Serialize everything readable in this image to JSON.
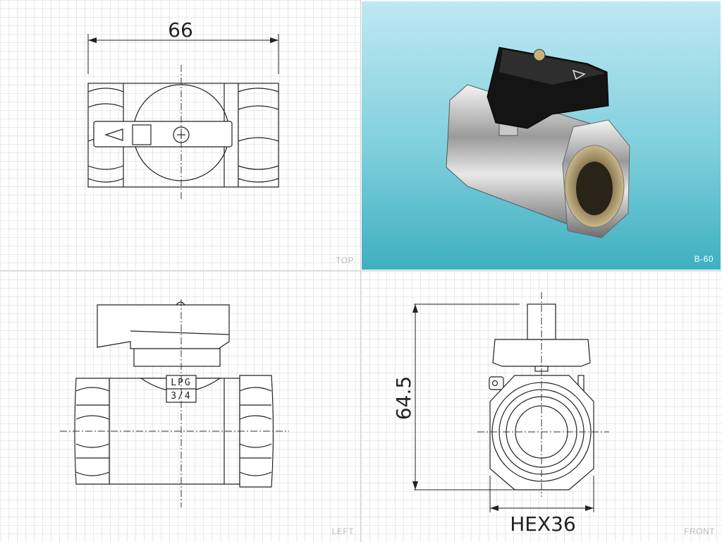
{
  "views": {
    "top": {
      "label": "TOP",
      "dimension": "66"
    },
    "photo": {
      "label": "B-60"
    },
    "left": {
      "label": "LEFT",
      "marking_line1": "LPG",
      "marking_line2": "3/4"
    },
    "front": {
      "label": "FRONT",
      "dimension_height": "64.5",
      "dimension_hex": "HEX36"
    }
  },
  "colors": {
    "line": "#222222",
    "grid": "#e9e9e9",
    "photo_bg_top": "#bfe8f2",
    "photo_bg_bottom": "#3eb0c0"
  }
}
